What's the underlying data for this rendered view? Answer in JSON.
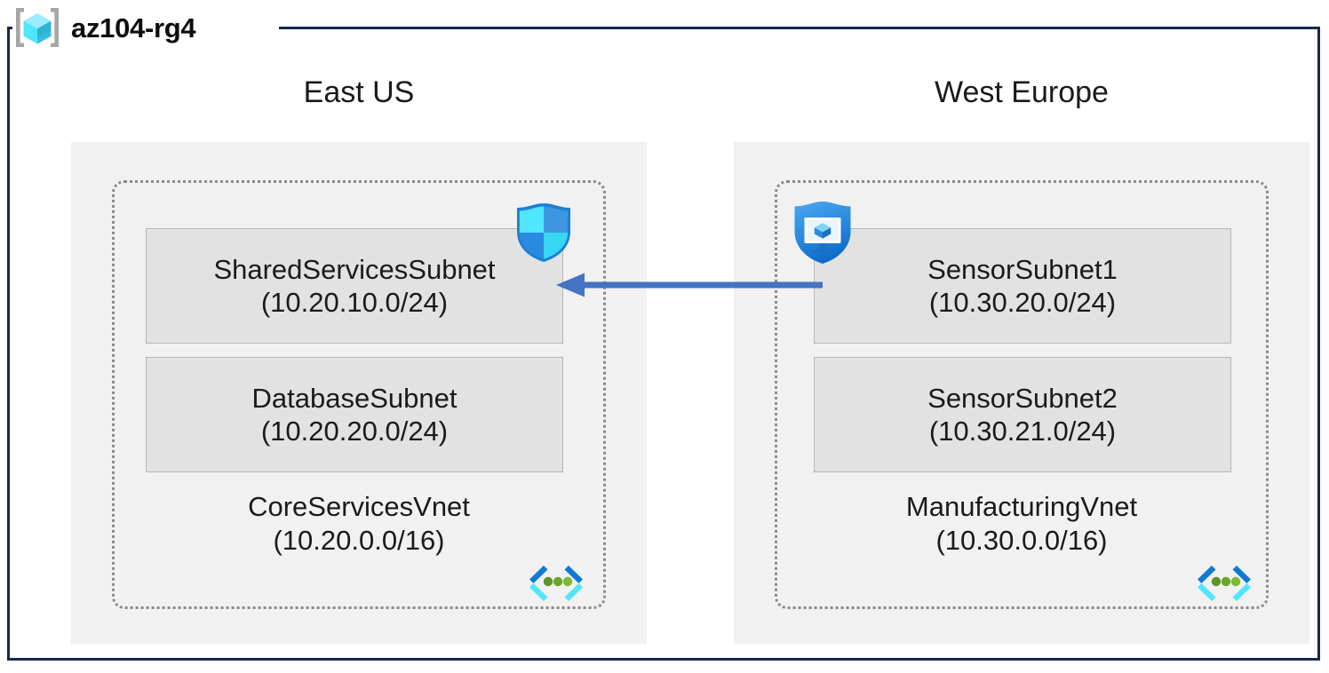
{
  "resource_group": {
    "name": "az104-rg4",
    "icon": "resource-group-cube-icon",
    "frame_color": "#16294a"
  },
  "regions": [
    {
      "label": "East US",
      "vnet": {
        "name": "CoreServicesVnet",
        "cidr": "(10.20.0.0/16)",
        "icon": "virtual-network-icon",
        "subnets": [
          {
            "name": "SharedServicesSubnet",
            "cidr": "(10.20.10.0/24)",
            "icon": "network-security-group-shield-icon"
          },
          {
            "name": "DatabaseSubnet",
            "cidr": "(10.20.20.0/24)",
            "icon": null
          }
        ]
      }
    },
    {
      "label": "West Europe",
      "vnet": {
        "name": "ManufacturingVnet",
        "cidr": "(10.30.0.0/16)",
        "icon": "virtual-network-icon",
        "subnets": [
          {
            "name": "SensorSubnet1",
            "cidr": "(10.30.20.0/24)",
            "icon": "defender-for-servers-shield-monitor-icon"
          },
          {
            "name": "SensorSubnet2",
            "cidr": "(10.30.21.0/24)",
            "icon": null
          }
        ]
      }
    }
  ],
  "connection": {
    "name": "vnet-peering-arrow",
    "direction": "right-to-left",
    "color": "#4472c4",
    "from": "SensorSubnet1",
    "to": "SharedServicesSubnet"
  },
  "palette": {
    "region_box": "#f1f1f1",
    "subnet_box": "#e2e2e2",
    "subnet_border": "#b6b6b6",
    "vnet_border": "#8a8a8a",
    "frame": "#16294a",
    "arrow": "#4472c4",
    "azure_blue": "#0078d4",
    "azure_cyan": "#50e6ff",
    "vnet_dot_green": "#5e9624"
  }
}
